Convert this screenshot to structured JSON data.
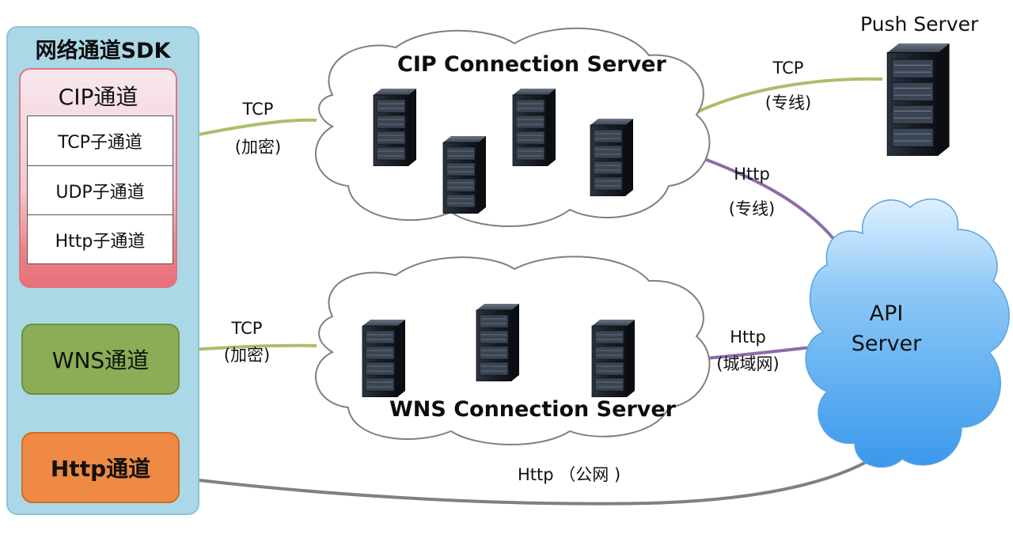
{
  "sdk": {
    "title": "网络通道SDK",
    "cip_channel": {
      "title": "CIP通道",
      "subchannels": [
        "TCP子通道",
        "UDP子通道",
        "Http子通道"
      ]
    },
    "wns_channel": "WNS通道",
    "http_channel": "Http通道"
  },
  "cip_server": {
    "title": "CIP Connection Server"
  },
  "wns_server": {
    "title": "WNS Connection Server"
  },
  "push_server": {
    "title": "Push Server"
  },
  "api_server": {
    "line1": "API",
    "line2": "Server"
  },
  "edges": {
    "sdk_cip": {
      "protocol": "TCP",
      "note": "(加密)",
      "color": "#a8c06a"
    },
    "sdk_wns": {
      "protocol": "TCP",
      "note": "(加密)",
      "color": "#a8c06a"
    },
    "cip_push": {
      "protocol": "TCP",
      "note": "(专线)",
      "color": "#a8c06a"
    },
    "cip_api": {
      "protocol": "Http",
      "note": "(专线)",
      "color": "#8d6ba8"
    },
    "wns_api": {
      "protocol": "Http",
      "note": "(城域网)",
      "color": "#8d6ba8"
    },
    "sdk_api": {
      "label": "Http （公网 )",
      "color": "#808080"
    }
  },
  "colors": {
    "sdk_panel": "#abd8e6",
    "cip_channel": "#ec7f86",
    "wns_channel": "#8aad55",
    "http_channel": "#ee8a43",
    "api_cloud": "#4aa3ee"
  },
  "icons": [
    "server-rack-icon"
  ]
}
